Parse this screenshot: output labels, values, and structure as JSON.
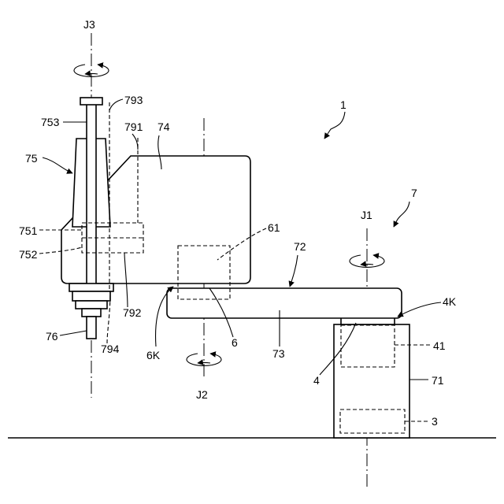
{
  "labels": {
    "j3": "J3",
    "j2": "J2",
    "j1": "J1",
    "n1": "1",
    "n7": "7",
    "n74": "74",
    "n75": "75",
    "n751": "751",
    "n752": "752",
    "n753": "753",
    "n76": "76",
    "n791": "791",
    "n792": "792",
    "n793": "793",
    "n794": "794",
    "n61": "61",
    "n72": "72",
    "n73": "73",
    "n6": "6",
    "n6k": "6K",
    "n4k": "4K",
    "n41": "41",
    "n4": "4",
    "n71": "71",
    "n3": "3"
  }
}
